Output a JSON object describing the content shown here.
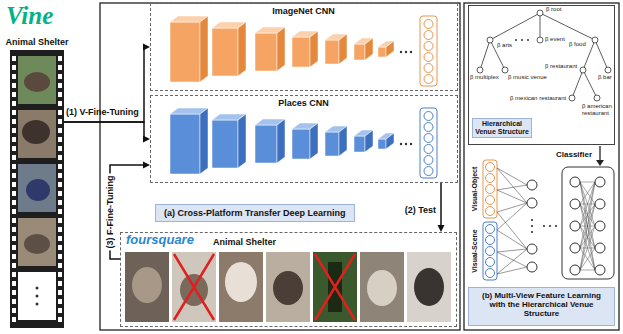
{
  "diagram": {
    "nodes": [
      {
        "text": [
          "Animal Shelter"
        ]
      },
      {
        "text": [
          "ImageNet CNN"
        ]
      },
      {
        "text": [
          "Places CNN"
        ]
      },
      {
        "text": [
          "(a) Cross-Platform Transfer Deep Learning"
        ]
      },
      {
        "text": [
          "foursquare",
          "Animal Shelter"
        ]
      },
      {
        "text": [
          "Hierarchical Venue Structure"
        ]
      },
      {
        "text": [
          "(b) Multi-View Feature Learning with the Hierarchical Venue Structure"
        ]
      }
    ],
    "edges": [
      {
        "from": 0,
        "to": 1,
        "arrow": "to",
        "label": "(1) V-Fine-Tuning"
      },
      {
        "from": 0,
        "to": 2,
        "arrow": "to"
      },
      {
        "from": 2,
        "to": 4,
        "arrow": "to",
        "label": "(2) Test"
      },
      {
        "from": 4,
        "to": 2,
        "arrow": "to",
        "label": "(3) F-Fine-Tuning"
      }
    ],
    "labels": [
      "Vine",
      "β root",
      "β arts",
      "β event",
      "β food",
      "β multiplex",
      "β music venue",
      "β restaurant",
      "β bar",
      "β mexican restaurant",
      "β american restaurant",
      "Classifier",
      "Visual-Object",
      "Visual-Scene"
    ]
  }
}
